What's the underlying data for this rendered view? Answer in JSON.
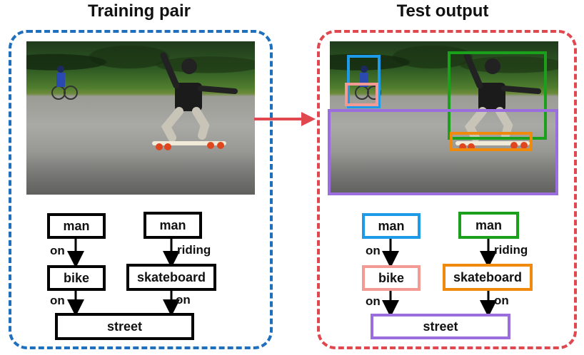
{
  "panels": {
    "left": {
      "title": "Training pair",
      "border_color": "#1f6fbf",
      "nodes": {
        "man1": {
          "label": "man",
          "color": "#000000"
        },
        "man2": {
          "label": "man",
          "color": "#000000"
        },
        "bike": {
          "label": "bike",
          "color": "#000000"
        },
        "skateboard": {
          "label": "skateboard",
          "color": "#000000"
        },
        "street": {
          "label": "street",
          "color": "#000000"
        }
      },
      "edges": {
        "man1_bike": "on",
        "man2_skateboard": "riding",
        "bike_street": "on",
        "skateboard_street": "on"
      }
    },
    "right": {
      "title": "Test output",
      "border_color": "#e0474f",
      "nodes": {
        "man1": {
          "label": "man",
          "color": "#1e9be8"
        },
        "man2": {
          "label": "man",
          "color": "#1aa01a"
        },
        "bike": {
          "label": "bike",
          "color": "#f29a93"
        },
        "skateboard": {
          "label": "skateboard",
          "color": "#f08a0c"
        },
        "street": {
          "label": "street",
          "color": "#9b6ede"
        }
      },
      "edges": {
        "man1_bike": "on",
        "man2_skateboard": "riding",
        "bike_street": "on",
        "skateboard_street": "on"
      }
    }
  },
  "arrow_color": "#e0474f"
}
